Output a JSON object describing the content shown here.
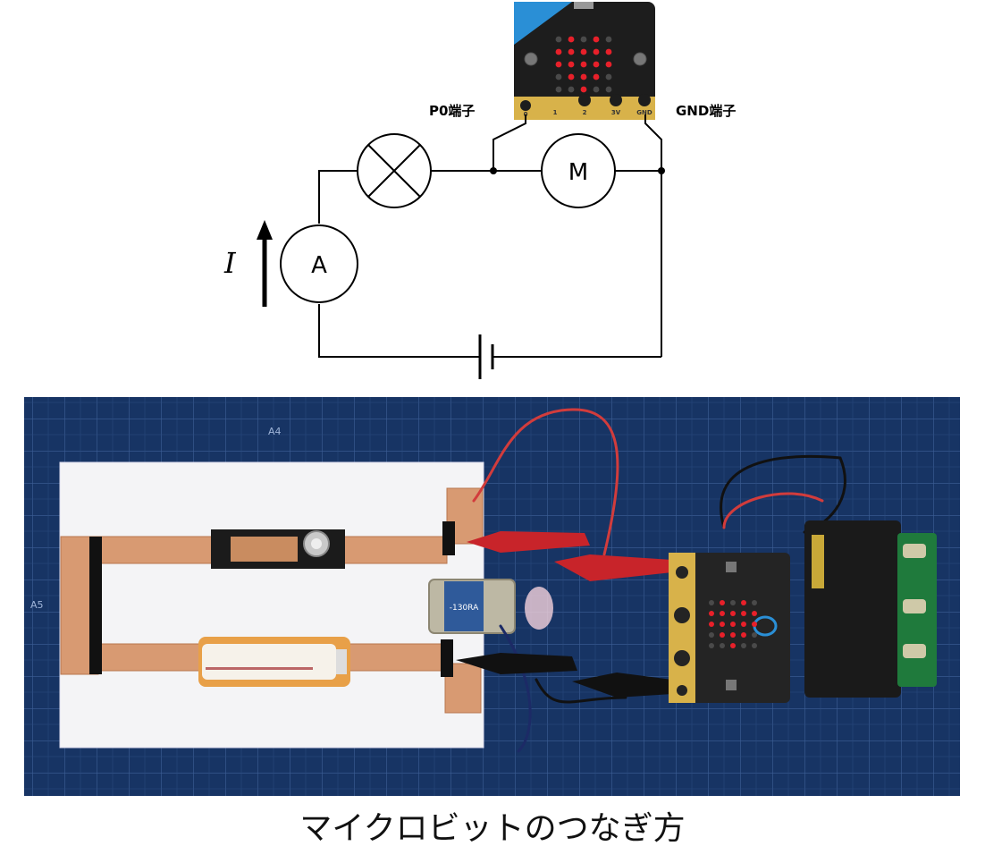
{
  "diagram": {
    "labels": {
      "p0": "P0端子",
      "gnd": "GND端子",
      "motor": "M",
      "ammeter": "A",
      "current": "I"
    },
    "board_pins": [
      "0",
      "1",
      "2",
      "3V",
      "GND"
    ],
    "photo": {
      "mat_marks": [
        "A4",
        "A5"
      ],
      "motor_print": "-130RA"
    },
    "caption": "マイクロビットのつなぎ方"
  },
  "colors": {
    "wire": "#000000",
    "board_black": "#222222",
    "board_blue": "#2a8fd6",
    "led_red": "#e8202a",
    "pad_gold": "#d8b24a",
    "mat_blue": "#14305c"
  }
}
